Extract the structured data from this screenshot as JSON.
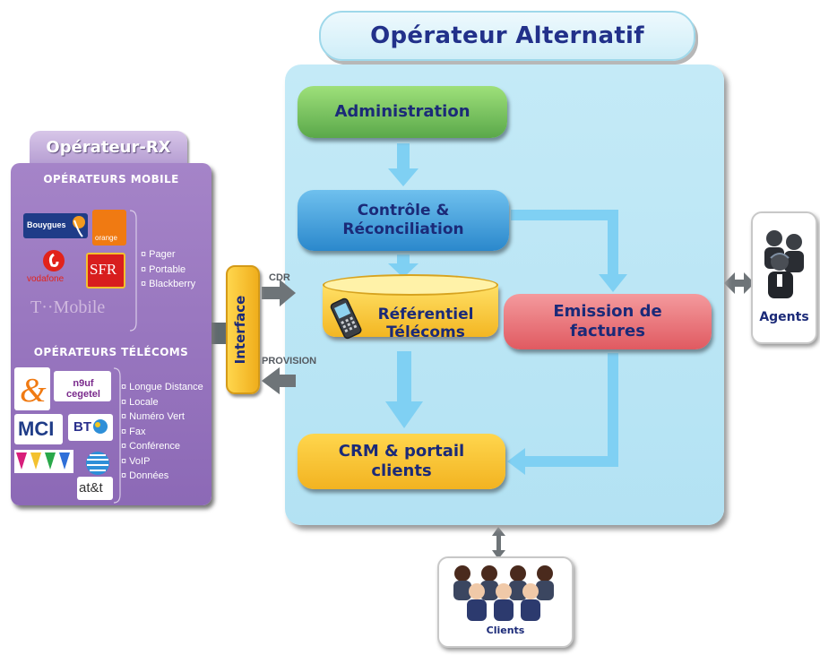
{
  "title": "Opérateur Alternatif",
  "boxes": {
    "administration": "Administration",
    "controle_line1": "Contrôle &",
    "controle_line2": "Réconciliation",
    "referentiel_line1": "Référentiel",
    "referentiel_line2": "Télécoms",
    "emission_line1": "Emission de",
    "emission_line2": "factures",
    "crm_line1": "CRM & portail",
    "crm_line2": "clients"
  },
  "interface_label": "Interface",
  "flows": {
    "cdr": "CDR",
    "provision": "PROVISION"
  },
  "left_panel": {
    "tab_label": "Opérateur-RX",
    "mobile_title": "OPÉRATEURS MOBILE",
    "mobile_logos": [
      "Bouygues",
      "orange",
      "vodafone",
      "SFR",
      "T··Mobile"
    ],
    "mobile_services": [
      "¤ Pager",
      "¤ Portable",
      "¤ Blackberry"
    ],
    "telecom_title": "OPÉRATEURS TÉLÉCOMS",
    "telecom_logos": [
      "n9uf cegetel",
      "MCI",
      "BT",
      "at&t"
    ],
    "telecom_services": [
      "¤ Longue Distance",
      "¤ Locale",
      "¤ Numéro Vert",
      "¤ Fax",
      "¤ Conférence",
      "¤ VoIP",
      "¤ Données"
    ]
  },
  "agents_label": "Agents",
  "clients_label": "Clients",
  "colors": {
    "panel": "#b9e4f4",
    "administration": "#7cc660",
    "controle": "#3a9ad9",
    "emission": "#ea6e74",
    "crm": "#f6c02f",
    "left_panel": "#9a78c0",
    "arrow": "#7fd0f3",
    "text": "#1b2a78"
  }
}
